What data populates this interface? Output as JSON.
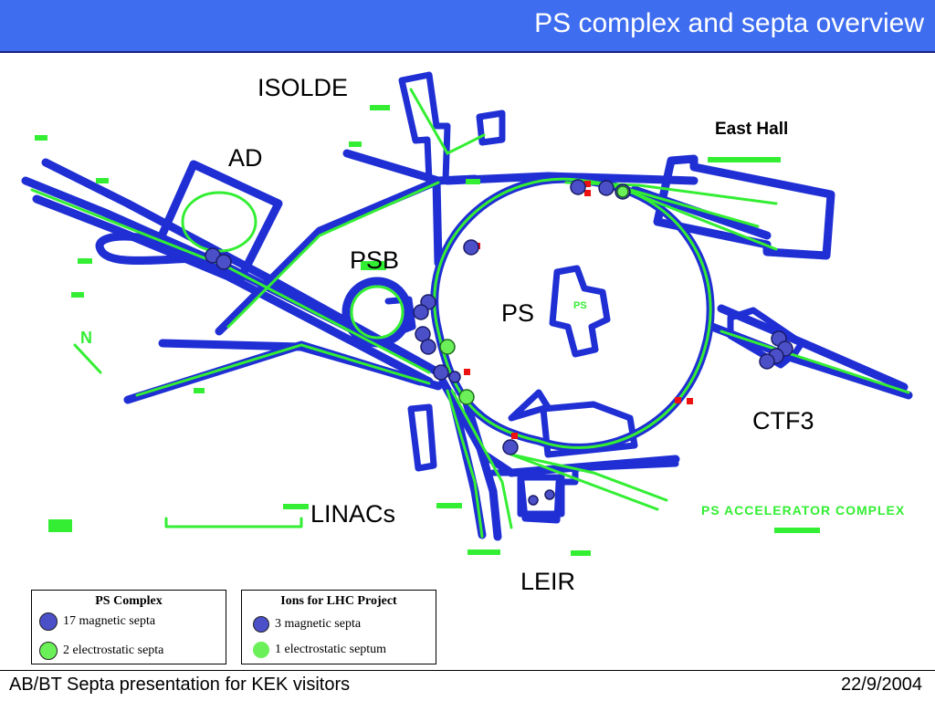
{
  "header": {
    "title": "PS complex and septa overview"
  },
  "labels": {
    "isolde": "ISOLDE",
    "ad": "AD",
    "east_hall": "East Hall",
    "psb": "PSB",
    "ps": "PS",
    "ctf3": "CTF3",
    "linacs": "LINACs",
    "leir": "LEIR"
  },
  "map_text": {
    "ps_center": "PS",
    "north": "N",
    "complex": "PS ACCELERATOR COMPLEX"
  },
  "legend": {
    "ps_complex": {
      "title": "PS Complex",
      "magnetic": "17  magnetic septa",
      "electrostatic": "2  electrostatic septa"
    },
    "ions_lhc": {
      "title": "Ions for LHC Project",
      "magnetic": "3  magnetic septa",
      "electrostatic": "1  electrostatic septum"
    }
  },
  "colors": {
    "title_bar": "#3f6df0",
    "building": "#1f2fd4",
    "beamline": "#33ee33",
    "magnetic_septum": "#4b50c8",
    "electrostatic_septum": "#6cf05a",
    "marker": "#ee1111"
  },
  "footer": {
    "left": "AB/BT Septa presentation for KEK visitors",
    "right": "22/9/2004"
  }
}
